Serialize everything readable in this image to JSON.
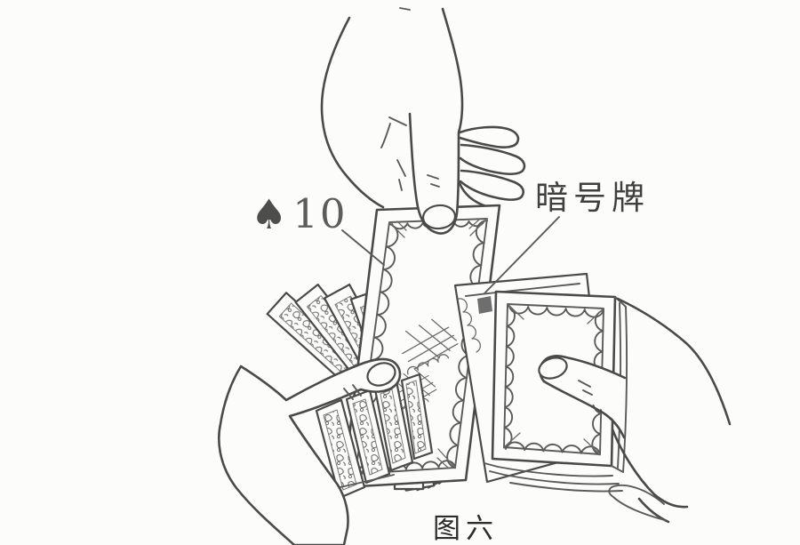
{
  "illustration": {
    "caption": "图六",
    "card_label": {
      "suit": "♠",
      "rank": "10"
    },
    "signal_card_label": "暗号牌",
    "colors": {
      "ink": "#4a4a4a",
      "paper": "#fcfcfa",
      "signal_mark": "#6e6e6e",
      "label_text": "#3a3a3a"
    }
  }
}
